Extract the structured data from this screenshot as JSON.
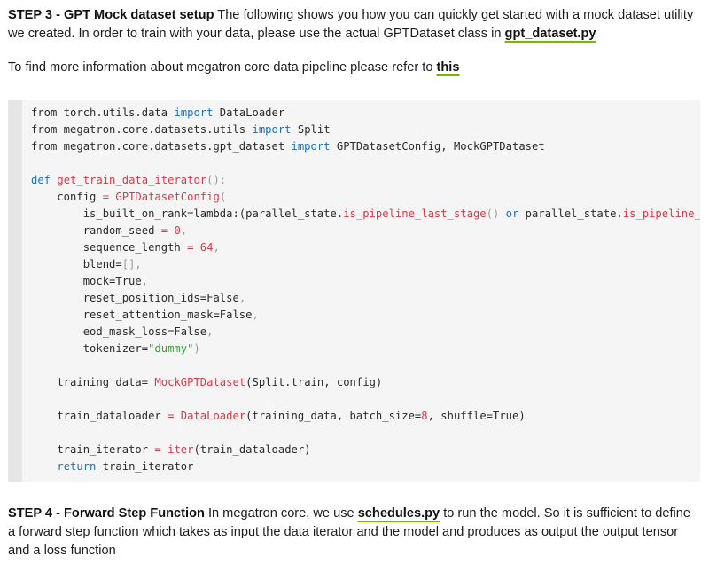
{
  "step3": {
    "heading": "STEP 3 - GPT Mock dataset setup",
    "text": " The following shows you how you can quickly get started with a mock dataset utility we created. In order to train with your data, please use the actual GPTDataset class in ",
    "link": "gpt_dataset.py"
  },
  "pipeline_ref": {
    "text": "To find more information about megatron core data pipeline please refer to ",
    "link": "this"
  },
  "code": {
    "l1": {
      "a": "from torch.utils.data ",
      "b": "import",
      "c": " DataLoader"
    },
    "l2": {
      "a": "from megatron.core.datasets.utils ",
      "b": "import",
      "c": " Split"
    },
    "l3": {
      "a": "from megatron.core.datasets.gpt_dataset ",
      "b": "import",
      "c": " GPTDatasetConfig, MockGPTDataset"
    },
    "l5": {
      "a": "def ",
      "b": "get_train_data_iterator",
      "c": "():"
    },
    "l6": {
      "a": "    config ",
      "b": "=",
      "c": " GPTDatasetConfig",
      "d": "("
    },
    "l7": {
      "a": "        is_built_on_rank=lambda:(parallel_state.",
      "b": "is_pipeline_last_stage",
      "c": "() ",
      "d": "or",
      "e": " parallel_state.",
      "f": "is_pipeline_f"
    },
    "l8": {
      "a": "        random_seed ",
      "b": "=",
      "c": " ",
      "d": "0",
      "e": ","
    },
    "l9": {
      "a": "        sequence_length ",
      "b": "=",
      "c": " ",
      "d": "64",
      "e": ","
    },
    "l10": {
      "a": "        blend=",
      "b": "[],"
    },
    "l11": {
      "a": "        mock=True",
      "b": ","
    },
    "l12": {
      "a": "        reset_position_ids=False",
      "b": ","
    },
    "l13": {
      "a": "        reset_attention_mask=False",
      "b": ","
    },
    "l14": {
      "a": "        eod_mask_loss=False",
      "b": ","
    },
    "l15": {
      "a": "        tokenizer=",
      "b": "\"dummy\"",
      "c": ")"
    },
    "l17": {
      "a": "    training_data= ",
      "b": "MockGPTDataset",
      "c": "(Split.train, config)"
    },
    "l19": {
      "a": "    train_dataloader ",
      "b": "=",
      "c": " ",
      "d": "DataLoader",
      "e": "(training_data, batch_size=",
      "f": "8",
      "g": ", shuffle=True)"
    },
    "l21": {
      "a": "    train_iterator ",
      "b": "=",
      "c": " ",
      "d": "iter",
      "e": "(train_dataloader)"
    },
    "l22": {
      "a": "    ",
      "b": "return",
      "c": " train_iterator"
    }
  },
  "step4": {
    "heading": "STEP 4 - Forward Step Function",
    "text1": " In megatron core, we use ",
    "link": "schedules.py",
    "text2": " to run the model. So it is sufficient to define a forward step function which takes as input the data iterator and the model and produces as output the output tensor and a loss function"
  },
  "colors": {
    "keyword": "#1f6fb5",
    "function": "#d73a49",
    "string": "#3b9b3b",
    "link_underline": "#76b900",
    "code_bg": "#f5f5f5"
  }
}
